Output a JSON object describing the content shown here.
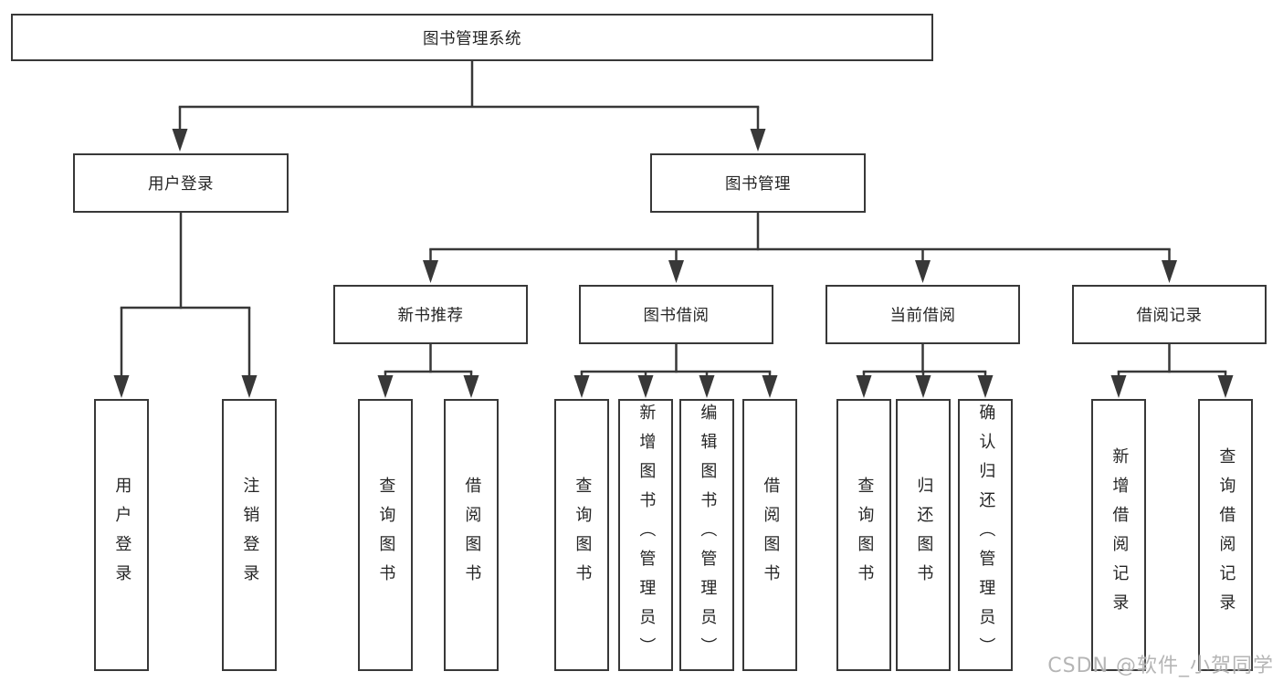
{
  "tree": {
    "root": {
      "label": "图书管理系统",
      "children": [
        {
          "label": "用户登录",
          "children": [
            {
              "label": "用户登录"
            },
            {
              "label": "注销登录"
            }
          ]
        },
        {
          "label": "图书管理",
          "children": [
            {
              "label": "新书推荐",
              "children": [
                {
                  "label": "查询图书"
                },
                {
                  "label": "借阅图书"
                }
              ]
            },
            {
              "label": "图书借阅",
              "children": [
                {
                  "label": "查询图书"
                },
                {
                  "label": "新增图书（管理员）"
                },
                {
                  "label": "编辑图书（管理员）"
                },
                {
                  "label": "借阅图书"
                }
              ]
            },
            {
              "label": "当前借阅",
              "children": [
                {
                  "label": "查询图书"
                },
                {
                  "label": "归还图书"
                },
                {
                  "label": "确认归还（管理员）"
                }
              ]
            },
            {
              "label": "借阅记录",
              "children": [
                {
                  "label": "新增借阅记录"
                },
                {
                  "label": "查询借阅记录"
                }
              ]
            }
          ]
        }
      ]
    }
  },
  "watermark": {
    "text": "CSDN @软件_小贺同学"
  },
  "colors": {
    "line": "#383838",
    "text": "#262626",
    "background": "#ffffff",
    "watermark": "#b2b2b2"
  }
}
